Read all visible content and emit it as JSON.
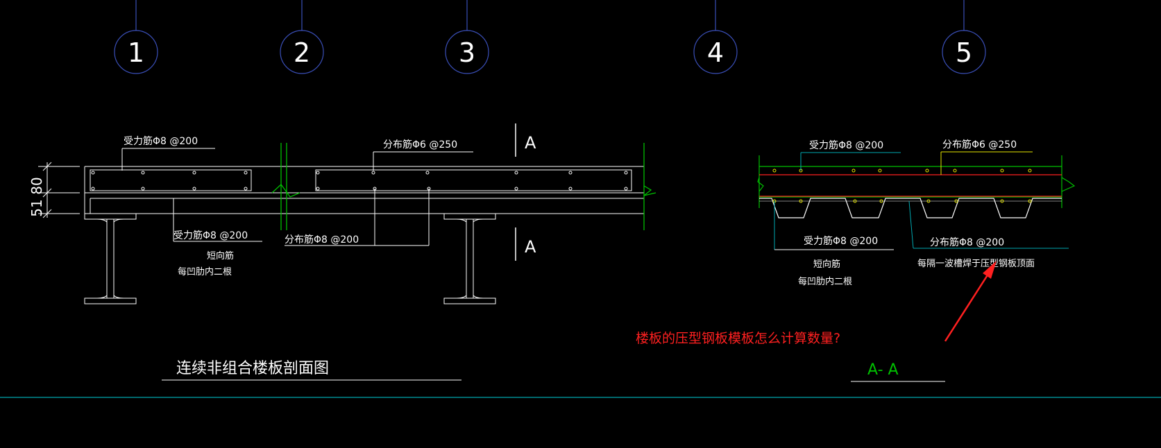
{
  "grid_axes": [
    "1",
    "2",
    "3",
    "4",
    "5"
  ],
  "section_marks": [
    "A",
    "A"
  ],
  "dimensions": [
    "80",
    "51"
  ],
  "left_section": {
    "title": "连续非组合楼板剖面图",
    "rebar_top_main": "受力筋Φ8 @200",
    "rebar_top_dist": "分布筋Φ6 @250",
    "rebar_bottom_main": "受力筋Φ8 @200",
    "rebar_bottom_dist": "分布筋Φ8 @200",
    "note_short_rebar": "短向筋",
    "note_per_rib": "每凹肋内二根"
  },
  "right_section": {
    "title": "A- A",
    "rebar_top_main": "受力筋Φ8 @200",
    "rebar_top_dist": "分布筋Φ6 @250",
    "rebar_bottom_main": "受力筋Φ8 @200",
    "rebar_bottom_dist": "分布筋Φ8 @200",
    "note_short_rebar": "短向筋",
    "note_per_rib": "每凹肋内二根",
    "note_weld": "每隔一波槽焊于压型钢板顶面"
  },
  "question": "楼板的压型钢板模板怎么计算数量?",
  "colors": {
    "background": "#000000",
    "line_white": "#ffffff",
    "grid_circle": "#3a4fb8",
    "green": "#00c000",
    "cyan": "#00a8b0",
    "red": "#ff2020",
    "yellow": "#e6e600"
  }
}
